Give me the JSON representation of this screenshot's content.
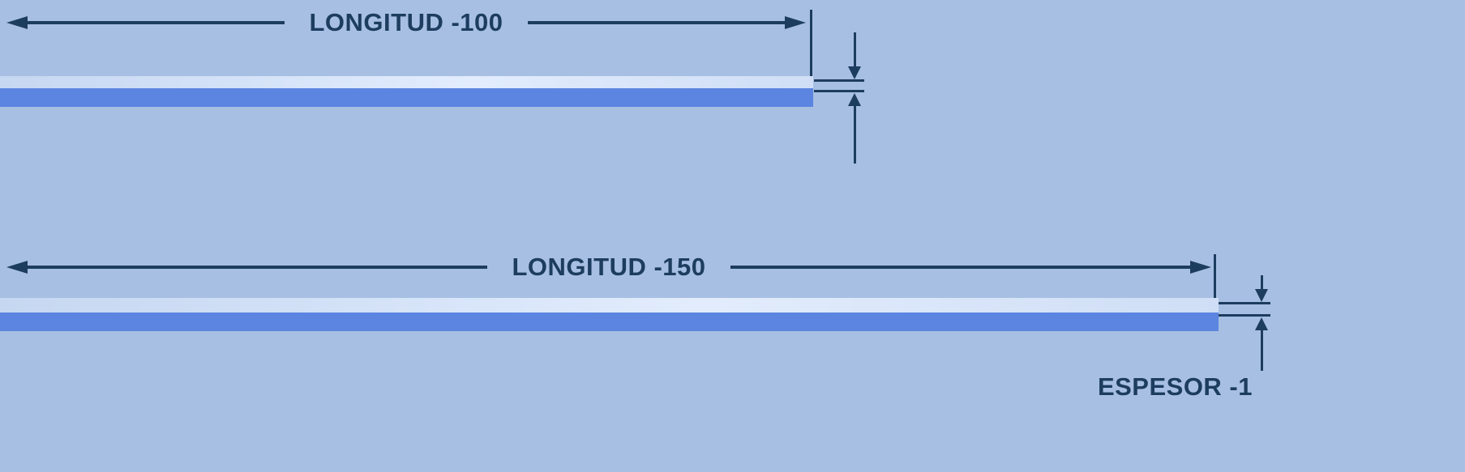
{
  "diagram": {
    "top_bar": {
      "length_label": "LONGITUD -100"
    },
    "bottom_bar": {
      "length_label": "LONGITUD -150"
    },
    "thickness_label": "ESPESOR -1"
  },
  "colors": {
    "background": "#a7bfe2",
    "line_and_text": "#1d3d5f",
    "sheet_top_face_light": "#e2ecfc",
    "sheet_front_face_blue": "#5b85e0"
  }
}
